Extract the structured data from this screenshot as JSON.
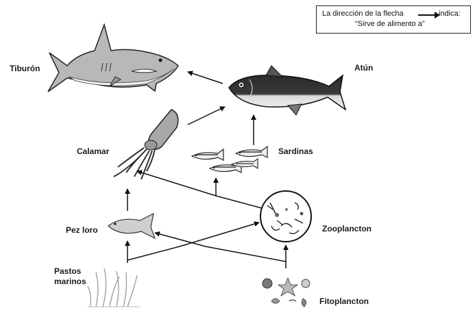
{
  "legend": {
    "line1_before_arrow": "La dirección de la flecha",
    "line1_after_arrow": "indica:",
    "line2": "“Sirve de alimento a”"
  },
  "organisms": {
    "tiburon": "Tiburón",
    "atun": "Atún",
    "calamar": "Calamar",
    "sardinas": "Sardinas",
    "pez_loro": "Pez loro",
    "zooplancton": "Zooplancton",
    "pastos_marinos_1": "Pastos",
    "pastos_marinos_2": "marinos",
    "fitoplancton": "Fitoplancton"
  },
  "food_web": [
    {
      "from": "Atún",
      "to": "Tiburón"
    },
    {
      "from": "Calamar",
      "to": "Atún"
    },
    {
      "from": "Sardinas",
      "to": "Atún"
    },
    {
      "from": "Pez loro",
      "to": "Calamar"
    },
    {
      "from": "Zooplancton",
      "to": "Calamar"
    },
    {
      "from": "Zooplancton",
      "to": "Sardinas"
    },
    {
      "from": "Pastos marinos",
      "to": "Pez loro"
    },
    {
      "from": "Pastos marinos",
      "to": "Zooplancton"
    },
    {
      "from": "Fitoplancton",
      "to": "Pez loro"
    },
    {
      "from": "Fitoplancton",
      "to": "Zooplancton"
    }
  ]
}
